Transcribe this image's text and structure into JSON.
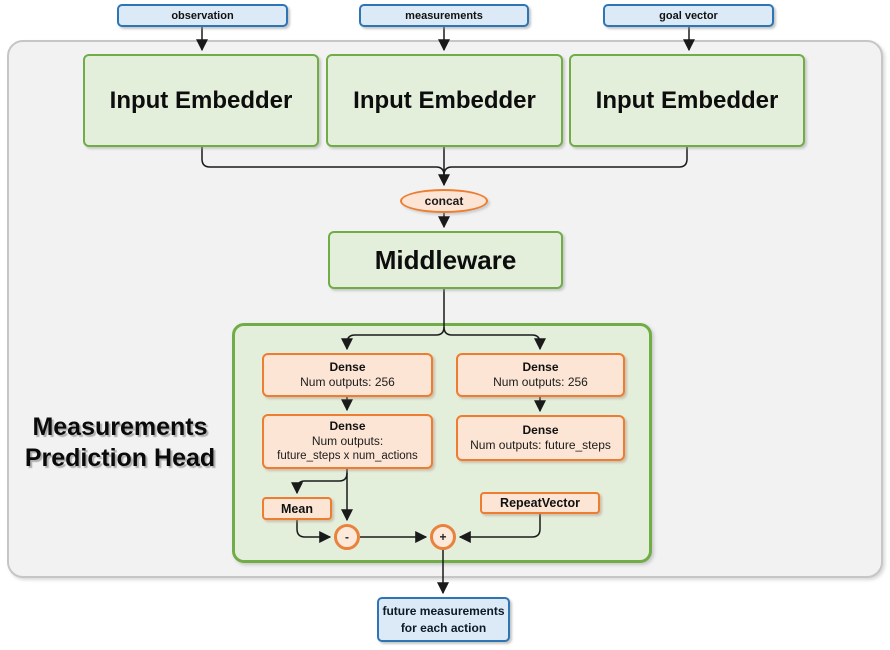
{
  "nodes": {
    "observation": {
      "label": "observation"
    },
    "measurements": {
      "label": "measurements"
    },
    "goal_vector": {
      "label": "goal vector"
    },
    "embedder_observation": {
      "label": "Input Embedder"
    },
    "embedder_measurements": {
      "label": "Input Embedder"
    },
    "embedder_goal": {
      "label": "Input Embedder"
    },
    "concat": {
      "label": "concat"
    },
    "middleware": {
      "label": "Middleware"
    },
    "prediction_head": {
      "title_line1": "Measurements",
      "title_line2": "Prediction Head"
    },
    "dense_left_1": {
      "title": "Dense",
      "line1": "Num outputs: 256"
    },
    "dense_right_1": {
      "title": "Dense",
      "line1": "Num outputs: 256"
    },
    "dense_left_2": {
      "title": "Dense",
      "line1": "Num outputs:",
      "line2": "future_steps x num_actions"
    },
    "dense_right_2": {
      "title": "Dense",
      "line1": "Num outputs: future_steps"
    },
    "mean": {
      "label": "Mean"
    },
    "repeat_vector": {
      "label": "RepeatVector"
    },
    "subtract_op": {
      "label": "-"
    },
    "add_op": {
      "label": "+"
    },
    "output": {
      "line1": "future measurements",
      "line2": "for each action"
    }
  },
  "colors": {
    "green_border": "#70AD47",
    "green_fill": "#E4EFDB",
    "orange_border": "#ED7D31",
    "orange_fill": "#FCE5D5",
    "blue_border": "#2E75B6",
    "blue_fill": "#DCEAF7",
    "panel_fill": "#F2F2F2",
    "panel_border": "#C6C6C6",
    "connector": "#1A1A1A"
  }
}
